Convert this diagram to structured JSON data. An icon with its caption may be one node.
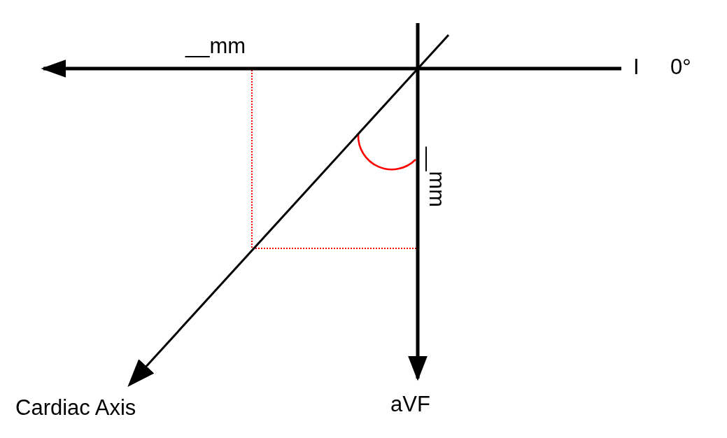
{
  "diagram": {
    "labels": [
      "__mm",
      "I",
      "0°",
      "__mm",
      "Cardiac Axis",
      "aVF"
    ]
  }
}
